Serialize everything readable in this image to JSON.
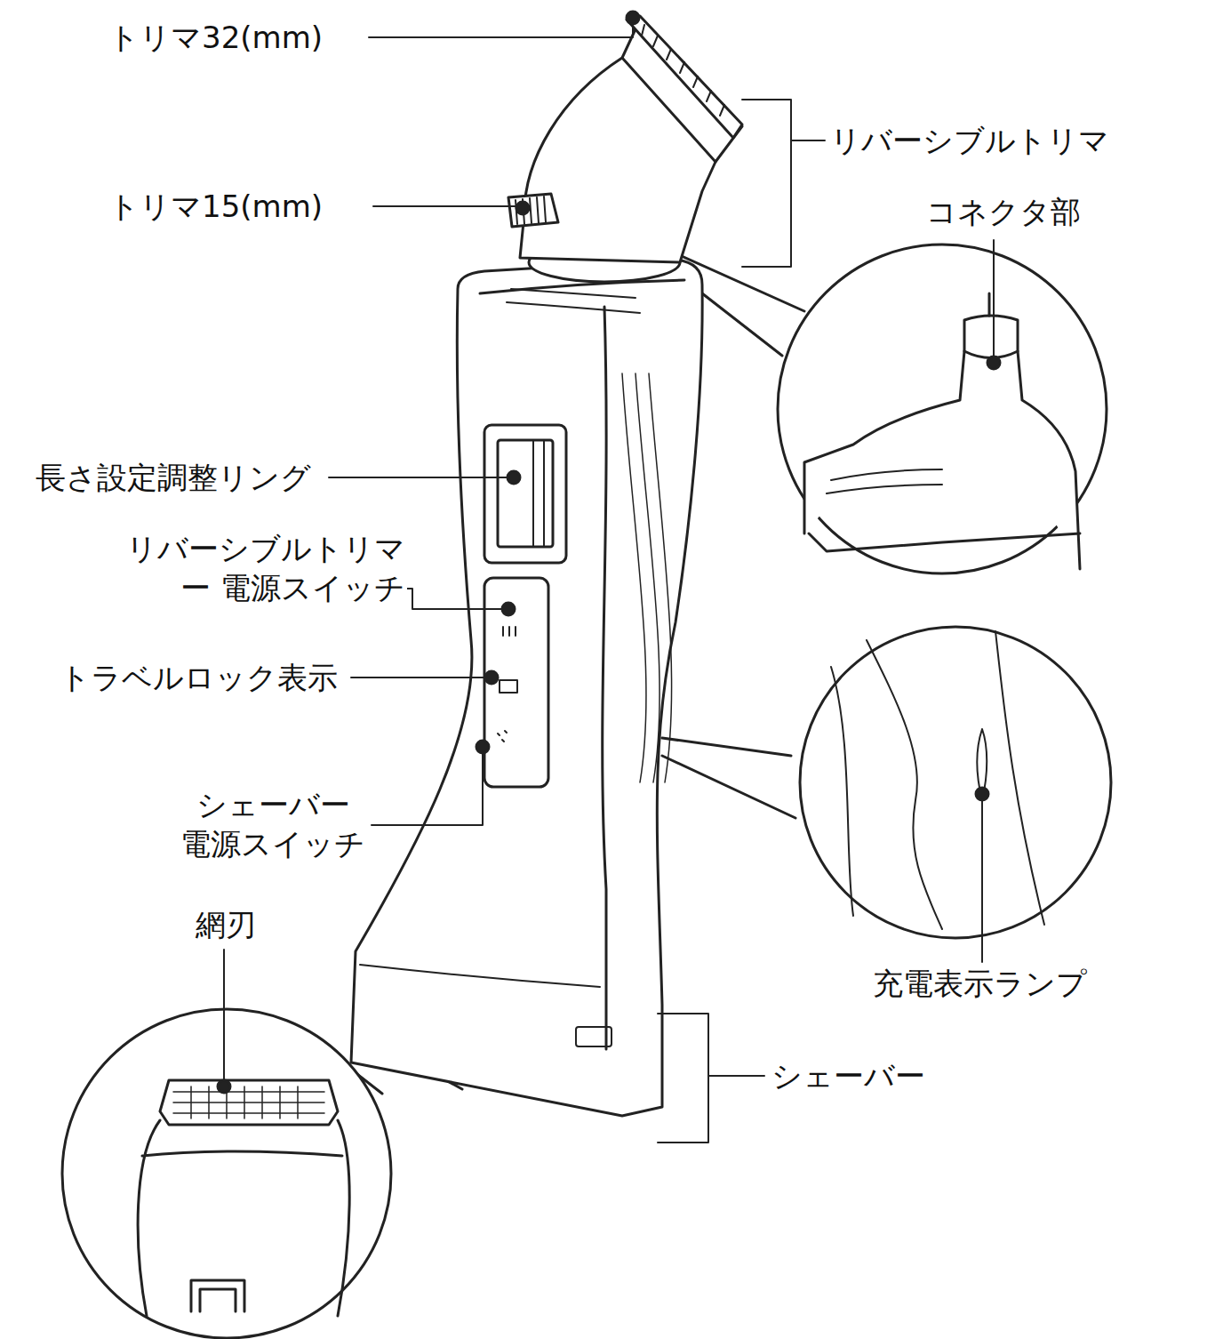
{
  "diagram": {
    "labels": [
      "トリマ32(mm)",
      "トリマ15(mm)",
      "リバーシブルトリマ",
      "コネクタ部",
      "長さ設定調整リング",
      "リバーシブルトリマー 電源スイッチ",
      "トラベルロック表示",
      "シェーバー 電源スイッチ",
      "網刃",
      "充電表示ランプ",
      "シェーバー"
    ]
  }
}
